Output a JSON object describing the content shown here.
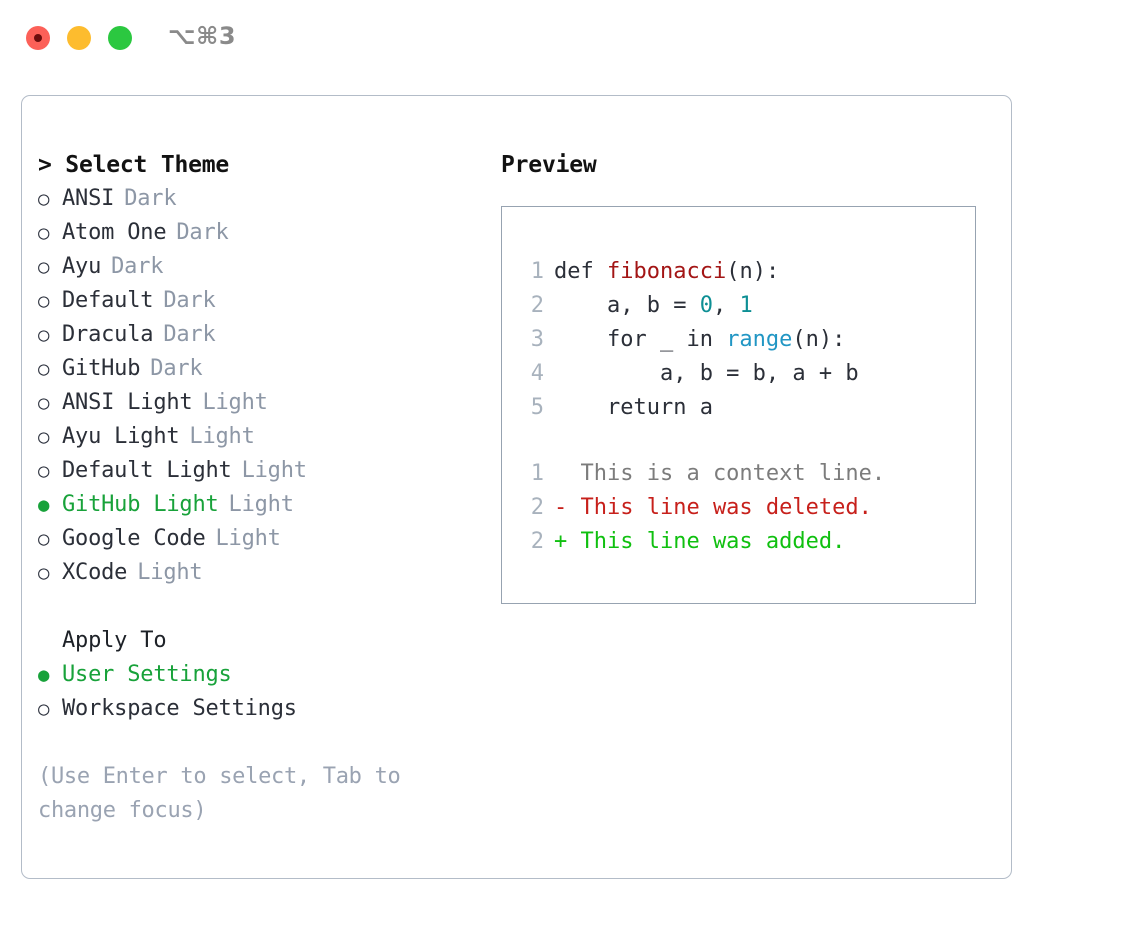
{
  "window": {
    "shortcut_label": "⌥⌘3",
    "traffic_lights": [
      {
        "name": "close",
        "color": "#fc6058"
      },
      {
        "name": "minimize",
        "color": "#fdbc2e"
      },
      {
        "name": "maximize",
        "color": "#2bc840"
      }
    ]
  },
  "theme_picker": {
    "header": "> Select Theme",
    "prompt_symbol": ">",
    "selected_bullet": "●",
    "unselected_bullet": "○",
    "selected_color": "#18a23a",
    "tag_color": "#8d97a6",
    "items": [
      {
        "bullet": "○",
        "label": "ANSI",
        "tag": "Dark",
        "selected": false
      },
      {
        "bullet": "○",
        "label": "Atom One",
        "tag": "Dark",
        "selected": false
      },
      {
        "bullet": "○",
        "label": "Ayu",
        "tag": "Dark",
        "selected": false
      },
      {
        "bullet": "○",
        "label": "Default",
        "tag": "Dark",
        "selected": false
      },
      {
        "bullet": "○",
        "label": "Dracula",
        "tag": "Dark",
        "selected": false
      },
      {
        "bullet": "○",
        "label": "GitHub",
        "tag": "Dark",
        "selected": false
      },
      {
        "bullet": "○",
        "label": "ANSI Light",
        "tag": "Light",
        "selected": false
      },
      {
        "bullet": "○",
        "label": "Ayu Light",
        "tag": "Light",
        "selected": false
      },
      {
        "bullet": "○",
        "label": "Default Light",
        "tag": "Light",
        "selected": false
      },
      {
        "bullet": "●",
        "label": "GitHub Light",
        "tag": "Light",
        "selected": true
      },
      {
        "bullet": "○",
        "label": "Google Code",
        "tag": "Light",
        "selected": false
      },
      {
        "bullet": "○",
        "label": "XCode",
        "tag": "Light",
        "selected": false
      }
    ]
  },
  "apply_to": {
    "title": "Apply To",
    "items": [
      {
        "bullet": "●",
        "label": "User Settings",
        "selected": true
      },
      {
        "bullet": "○",
        "label": "Workspace Settings",
        "selected": false
      }
    ]
  },
  "hint": "(Use Enter to select, Tab to change focus)",
  "preview": {
    "title": "Preview",
    "code_lines": [
      {
        "number": "1",
        "tokens": [
          {
            "text": "def ",
            "type": "plain"
          },
          {
            "text": "fibonacci",
            "type": "fn"
          },
          {
            "text": "(n):",
            "type": "plain"
          }
        ]
      },
      {
        "number": "2",
        "tokens": [
          {
            "text": "    a, b = ",
            "type": "plain"
          },
          {
            "text": "0",
            "type": "num"
          },
          {
            "text": ", ",
            "type": "plain"
          },
          {
            "text": "1",
            "type": "num"
          }
        ]
      },
      {
        "number": "3",
        "tokens": [
          {
            "text": "    for _ in ",
            "type": "plain"
          },
          {
            "text": "range",
            "type": "call"
          },
          {
            "text": "(n):",
            "type": "plain"
          }
        ]
      },
      {
        "number": "4",
        "tokens": [
          {
            "text": "        a, b = b, a + b",
            "type": "plain"
          }
        ]
      },
      {
        "number": "5",
        "tokens": [
          {
            "text": "    return a",
            "type": "plain"
          }
        ]
      }
    ],
    "diff_lines": [
      {
        "number": "1",
        "marker": " ",
        "text": "  This is a context line.",
        "kind": "ctx"
      },
      {
        "number": "2",
        "marker": "-",
        "text": "- This line was deleted.",
        "kind": "del"
      },
      {
        "number": "2",
        "marker": "+",
        "text": "+ This line was added.",
        "kind": "add"
      }
    ],
    "colors": {
      "function": "#a31515",
      "number": "#0d8f94",
      "call": "#2196c4",
      "diff_context": "#7c7c7c",
      "diff_deleted": "#c7201b",
      "diff_added": "#10c010",
      "line_number": "#a8b2bd"
    }
  }
}
